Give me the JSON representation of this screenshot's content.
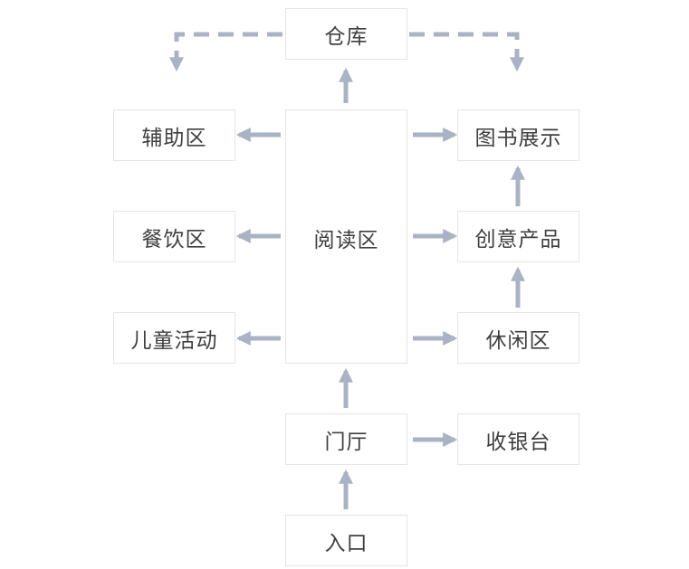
{
  "colors": {
    "arrow": "#aab3c5",
    "box_border": "#e3e5ea",
    "text": "#3f3f3f"
  },
  "nodes": {
    "warehouse": "仓库",
    "support_area": "辅助区",
    "dining_area": "餐饮区",
    "children_activity": "儿童活动",
    "reading_area": "阅读区",
    "book_display": "图书展示",
    "creative_products": "创意产品",
    "leisure_area": "休闲区",
    "lobby": "门厅",
    "cashier": "收银台",
    "entrance": "入口"
  }
}
